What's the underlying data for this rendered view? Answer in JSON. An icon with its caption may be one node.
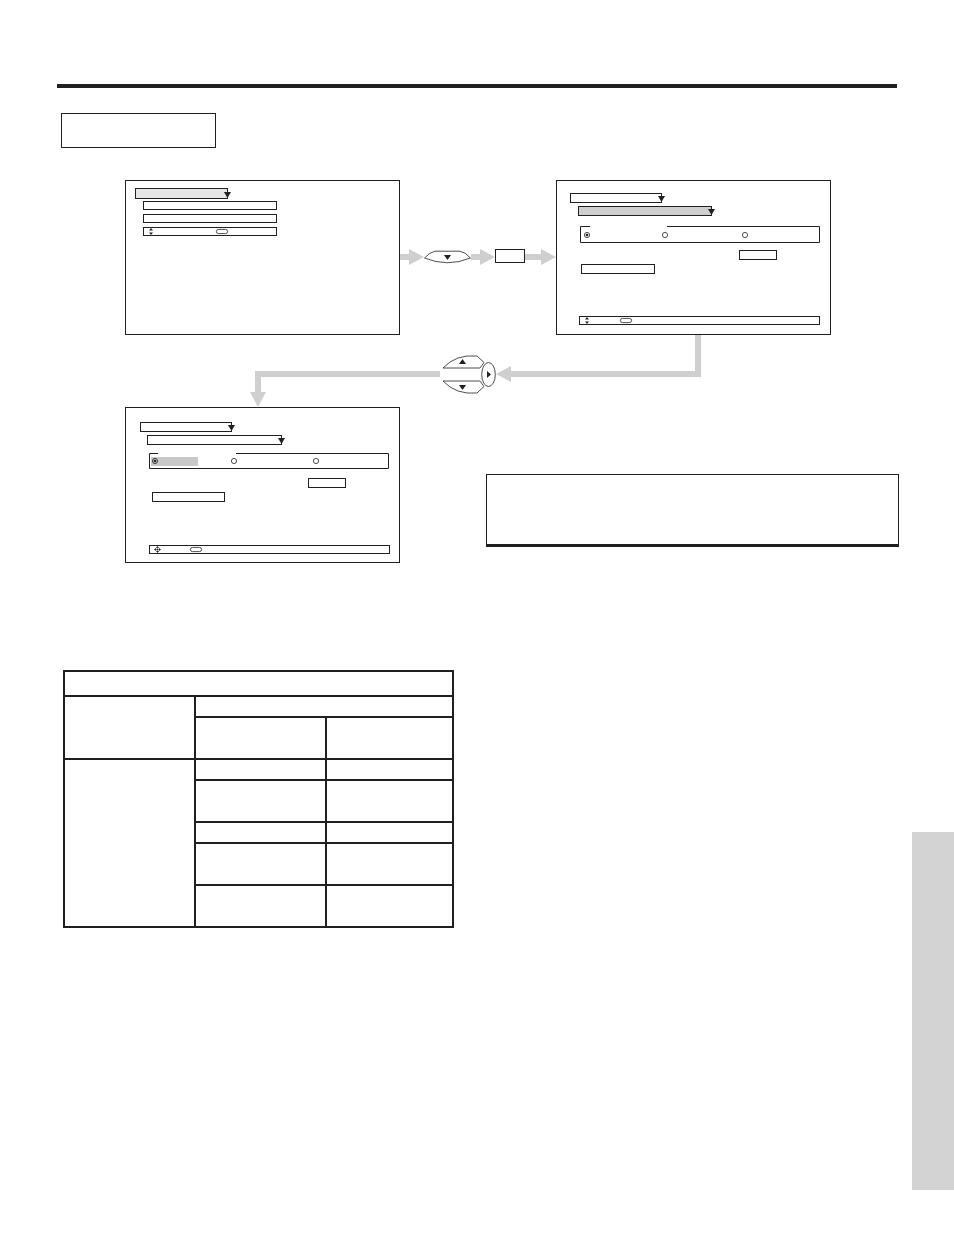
{
  "diagram": {
    "nodes": [
      {
        "text": [],
        "shape": "box"
      },
      {
        "text": [],
        "shape": "picture"
      },
      {
        "text": [],
        "shape": "button"
      },
      {
        "text": [],
        "shape": "box"
      },
      {
        "text": [],
        "shape": "picture"
      },
      {
        "text": [],
        "shape": "button"
      },
      {
        "text": [],
        "shape": "picture"
      },
      {
        "text": [],
        "shape": "box"
      },
      {
        "text": [],
        "shape": "table"
      },
      {
        "text": [],
        "shape": "bar"
      }
    ],
    "edges": [
      {
        "from": 1,
        "to": 2,
        "arrow": "to"
      },
      {
        "from": 2,
        "to": 3,
        "arrow": "to"
      },
      {
        "from": 3,
        "to": 4,
        "arrow": "to"
      },
      {
        "from": 4,
        "to": 5,
        "arrow": "to"
      },
      {
        "from": 5,
        "to": 6,
        "arrow": "to"
      }
    ]
  }
}
